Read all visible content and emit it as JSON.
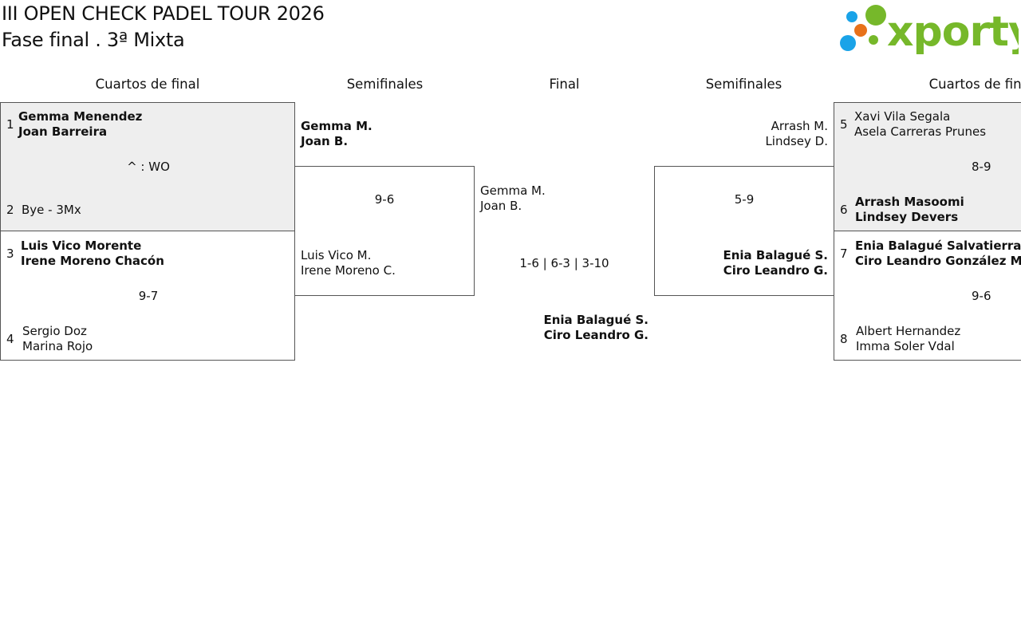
{
  "header": {
    "title": "III OPEN CHECK PADEL TOUR 2026",
    "subtitle": "Fase final . 3ª Mixta",
    "logo_text": "xporty",
    "colors": {
      "logo_green": "#76b82a",
      "dot_blue": "#1aa3e8",
      "dot_orange": "#e8711a"
    }
  },
  "rounds": {
    "left_qf": "Cuartos de final",
    "left_sf": "Semifinales",
    "final": "Final",
    "right_sf": "Semifinales",
    "right_qf": "Cuartos de final"
  },
  "left_qf": {
    "m1": {
      "seed_a": "1",
      "a1": "Gemma Menendez",
      "a2": "Joan Barreira",
      "score": "^ : WO",
      "seed_b": "2",
      "b1": "Bye - 3Mx"
    },
    "m2": {
      "seed_a": "3",
      "a1": "Luis Vico Morente",
      "a2": "Irene Moreno Chacón",
      "score": "9-7",
      "seed_b": "4",
      "b1": "Sergio Doz",
      "b2": "Marina Rojo"
    }
  },
  "left_sf": {
    "a1": "Gemma M.",
    "a2": "Joan B.",
    "score": "9-6",
    "b1": "Luis Vico M.",
    "b2": "Irene Moreno C."
  },
  "final": {
    "a1": "Gemma M.",
    "a2": "Joan B.",
    "score": "1-6 | 6-3 | 3-10",
    "b1": "Enia Balagué S.",
    "b2": "Ciro Leandro G."
  },
  "right_sf": {
    "a1": "Arrash M.",
    "a2": "Lindsey D.",
    "score": "5-9",
    "b1": "Enia Balagué S.",
    "b2": "Ciro Leandro G."
  },
  "right_qf": {
    "m1": {
      "seed_a": "5",
      "a1": "Xavi Vila Segala",
      "a2": "Asela Carreras Prunes",
      "score": "8-9",
      "seed_b": "6",
      "b1": "Arrash Masoomi",
      "b2": "Lindsey Devers"
    },
    "m2": {
      "seed_a": "7",
      "a1": "Enia Balagué Salvatierra",
      "a2": "Ciro Leandro González Maldonado",
      "score": "9-6",
      "seed_b": "8",
      "b1": "Albert Hernandez",
      "b2": "Imma Soler Vdal"
    }
  }
}
